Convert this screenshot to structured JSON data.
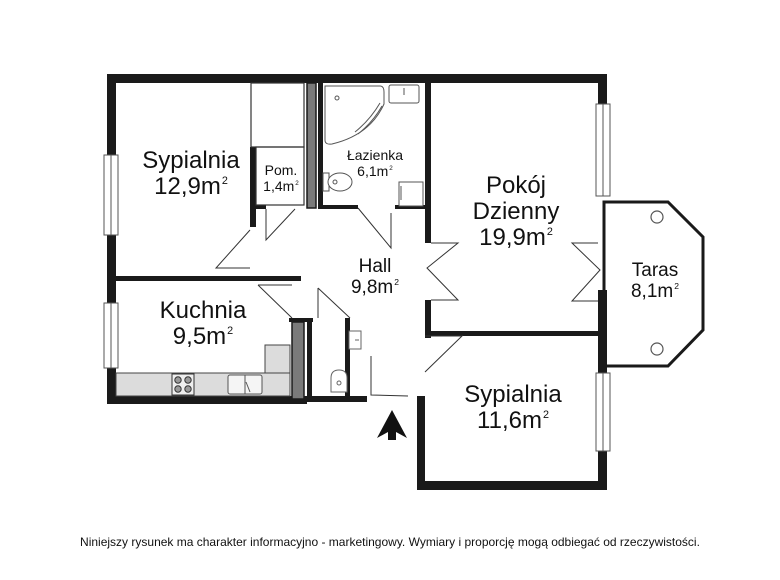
{
  "rooms": {
    "sypialnia1": {
      "name": "Sypialnia",
      "area": "12,9m",
      "unit_sup": "2"
    },
    "pom": {
      "name": "Pom.",
      "area": "1,4m",
      "unit_sup": "2"
    },
    "lazienka": {
      "name": "Łazienka",
      "area": "6,1m",
      "unit_sup": "2"
    },
    "pokoj": {
      "name_line1": "Pokój",
      "name_line2": "Dzienny",
      "area": "19,9m",
      "unit_sup": "2"
    },
    "taras": {
      "name": "Taras",
      "area": "8,1m",
      "unit_sup": "2"
    },
    "hall": {
      "name": "Hall",
      "area": "9,8m",
      "unit_sup": "2"
    },
    "kuchnia": {
      "name": "Kuchnia",
      "area": "9,5m",
      "unit_sup": "2"
    },
    "sypialnia2": {
      "name": "Sypialnia",
      "area": "11,6m",
      "unit_sup": "2"
    }
  },
  "icons": {
    "entrance": "north-arrow-icon",
    "bathtub": "corner-bathtub-icon",
    "toilet": "toilet-icon",
    "sink": "sink-icon",
    "stove": "stove-icon"
  },
  "colors": {
    "wall": "#1a1a1a",
    "partition": "#7a7a7a",
    "counter": "#dcdcdc",
    "background": "#ffffff"
  },
  "footer": {
    "disclaimer": "Niniejszy rysunek ma charakter informacyjno - marketingowy. Wymiary i proporcję mogą odbiegać od rzeczywistości."
  }
}
